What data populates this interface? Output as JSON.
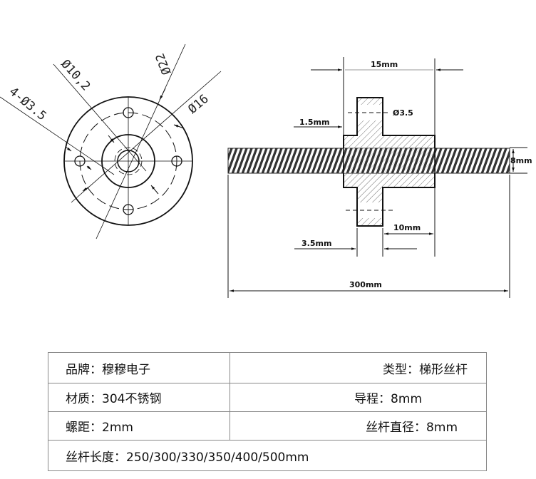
{
  "drawing": {
    "front_view": {
      "d_bore": "Ø10,2",
      "d_outer": "Ø22",
      "d_bolt_circle": "Ø16",
      "holes": "4-Ø3.5"
    },
    "side_view": {
      "nut_length": "15mm",
      "hole_dia": "Ø3.5",
      "offset": "1.5mm",
      "screw_dia": "8mm",
      "shoulder": "10mm",
      "flange": "3.5mm",
      "length": "300mm"
    }
  },
  "specs": {
    "brand": "品牌：穆穆电子",
    "type": "类型：梯形丝杆",
    "material": "材质：304不锈钢",
    "lead": "导程：8mm",
    "pitch": "螺距：2mm",
    "diameter": "丝杆直径：8mm",
    "lengths": "丝杆长度：250/300/330/350/400/500mm"
  }
}
